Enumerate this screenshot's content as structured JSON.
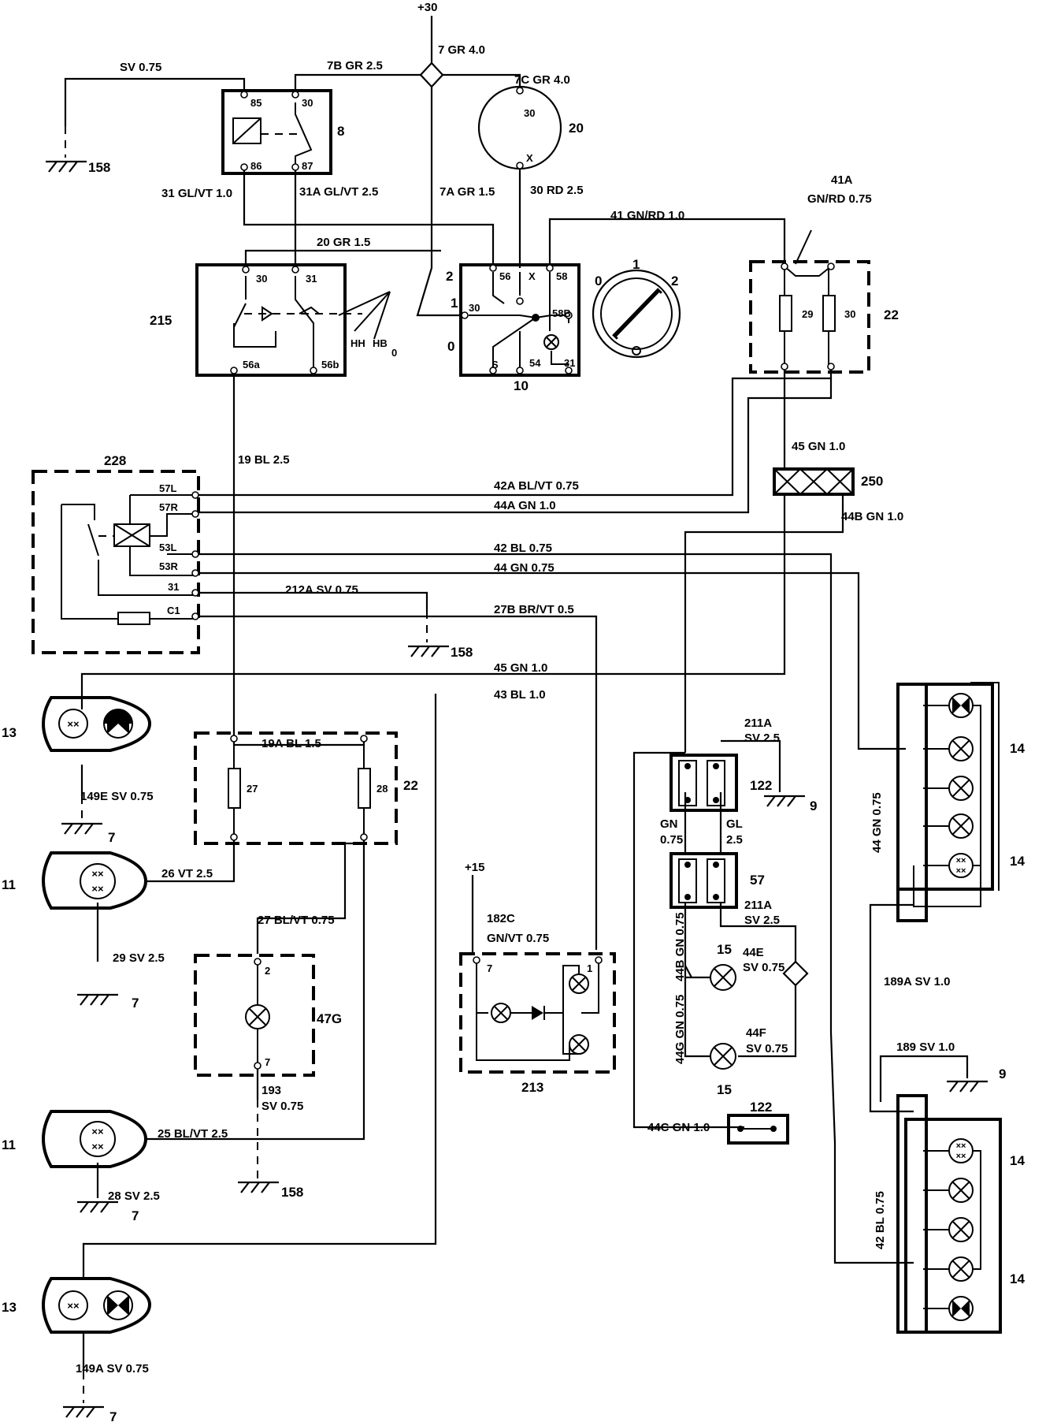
{
  "wire_labels": [
    "+30",
    "7 GR 4.0",
    "7B GR 2.5",
    "SV 0.75",
    "7C GR 4.0",
    "31 GL/VT 1.0",
    "31A GL/VT 2.5",
    "7A GR 1.5",
    "30 RD 2.5",
    "41 GN/RD 1.0",
    "41A",
    "GN/RD 0.75",
    "20 GR 1.5",
    "19 BL 2.5",
    "45 GN 1.0",
    "42A BL/VT 0.75",
    "44A GN 1.0",
    "44B GN 1.0",
    "42 BL 0.75",
    "44 GN 0.75",
    "212A SV 0.75",
    "27B BR/VT 0.5",
    "45 GN 1.0",
    "43 BL 1.0",
    "19A BL 1.5",
    "149E SV 0.75",
    "26 VT 2.5",
    "29 SV 2.5",
    "27 BL/VT 0.75",
    "193",
    "SV 0.75",
    "25 BL/VT 2.5",
    "28 SV 2.5",
    "149A SV 0.75",
    "+15",
    "182C",
    "GN/VT 0.75",
    "211A",
    "SV 2.5",
    "GN",
    "0.75",
    "GL",
    "2.5",
    "211A",
    "SV 2.5",
    "44B GN 0.75",
    "44E",
    "SV 0.75",
    "44G GN 0.75",
    "44F",
    "SV 0.75",
    "44C GN 1.0",
    "44 GN 0.75",
    "189A SV 1.0",
    "189 SV 1.0",
    "42 BL 0.75"
  ],
  "component_labels": [
    "8",
    "20",
    "22",
    "215",
    "10",
    "228",
    "250",
    "158",
    "158",
    "13",
    "22",
    "7",
    "11",
    "7",
    "47G",
    "158",
    "11",
    "7",
    "13",
    "7",
    "213",
    "122",
    "9",
    "57",
    "15",
    "15",
    "122",
    "14",
    "14",
    "9",
    "14",
    "14"
  ],
  "pin_labels": [
    "85",
    "30",
    "86",
    "87",
    "30",
    "X",
    "30",
    "31",
    "56a",
    "56b",
    "56",
    "X",
    "58",
    "30",
    "58B",
    "S",
    "54",
    "31",
    "2",
    "1",
    "0",
    "29",
    "30",
    "57L",
    "57R",
    "53L",
    "53R",
    "31",
    "C1",
    "27",
    "28",
    "2",
    "7",
    "7",
    "1",
    "0",
    "1",
    "2",
    "HH",
    "HB",
    "0"
  ]
}
